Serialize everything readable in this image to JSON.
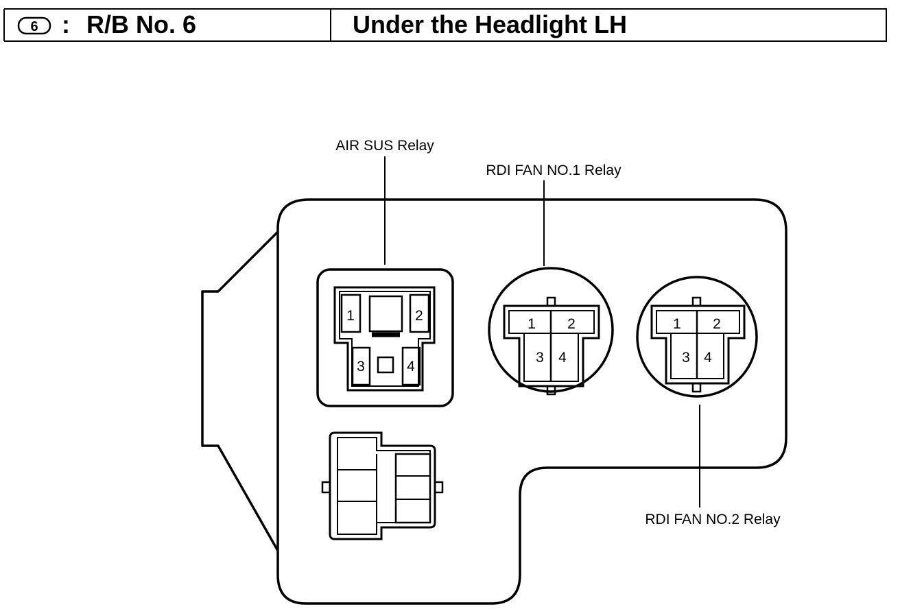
{
  "header": {
    "block_number": "6",
    "separator": ":",
    "block_name": "R/B No. 6",
    "location": "Under the Headlight LH"
  },
  "relays": {
    "air_sus": {
      "label": "AIR SUS Relay",
      "pins": [
        "1",
        "2",
        "3",
        "4"
      ]
    },
    "rdi_fan_1": {
      "label": "RDI FAN NO.1 Relay",
      "pins": [
        "1",
        "2",
        "3",
        "4"
      ]
    },
    "rdi_fan_2": {
      "label": "RDI FAN NO.2 Relay",
      "pins": [
        "1",
        "2",
        "3",
        "4"
      ]
    }
  }
}
